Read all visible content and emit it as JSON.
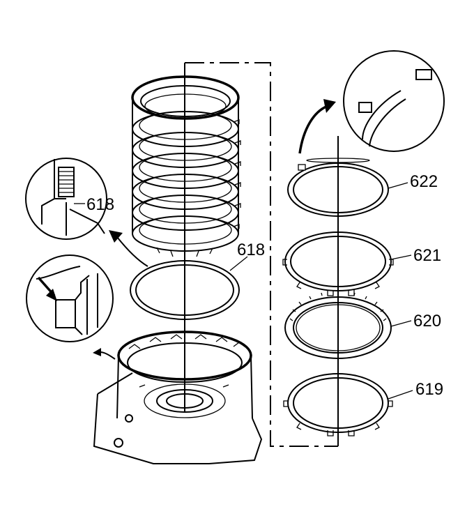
{
  "callouts": {
    "detail_618": "618",
    "ring_618": "618",
    "ring_622": "622",
    "plate_621": "621",
    "plate_620": "620",
    "plate_619": "619"
  },
  "colors": {
    "ink": "#000000",
    "paper": "#ffffff"
  },
  "icons": [
    "curved-arrow-icon",
    "pointer-arrow-icon"
  ]
}
